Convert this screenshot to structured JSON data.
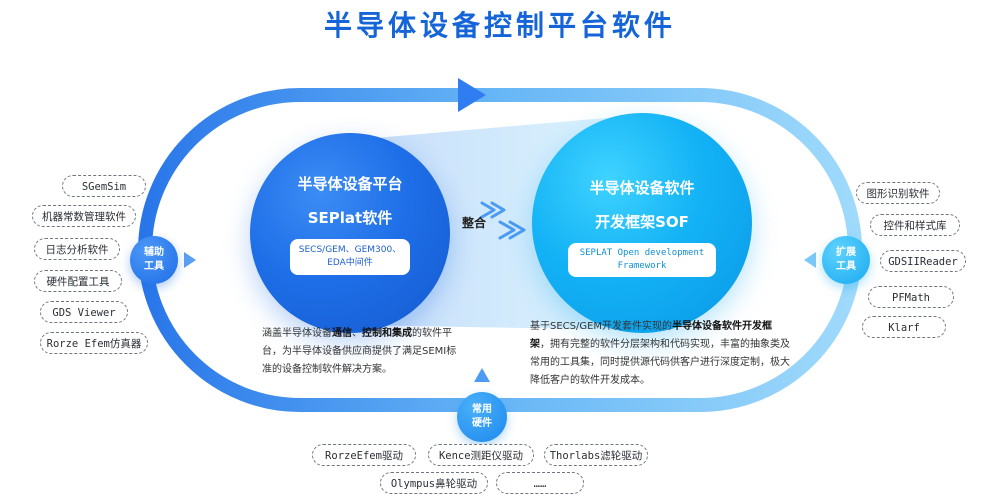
{
  "title": "半导体设备控制平台软件",
  "left_circle": {
    "line1": "半导体设备平台",
    "line2": "SEPlat软件",
    "box_line1": "SECS/GEM、GEM300、",
    "box_line2": "EDA中间件"
  },
  "right_circle": {
    "line1": "半导体设备软件",
    "line2": "开发框架SOF",
    "box_line1": "SEPLAT Open development",
    "box_line2": "Framework"
  },
  "integrate_label": "整合",
  "aux_tools": {
    "label_line1": "辅助",
    "label_line2": "工具",
    "items": [
      "SGemSim",
      "机器常数管理软件",
      "日志分析软件",
      "硬件配置工具",
      "GDS Viewer",
      "Rorze Efem仿真器"
    ]
  },
  "ext_tools": {
    "label_line1": "扩展",
    "label_line2": "工具",
    "items": [
      "图形识别软件",
      "控件和样式库",
      "GDSIIReader",
      "PFMath",
      "Klarf"
    ]
  },
  "common_hw": {
    "label_line1": "常用",
    "label_line2": "硬件",
    "items": [
      "RorzeEfem驱动",
      "Kence测距仪驱动",
      "Thorlabs滤轮驱动",
      "Olympus鼻轮驱动",
      "……"
    ]
  },
  "desc_left": {
    "t1": "涵盖半导体设备",
    "b1": "通信",
    "t2": "、",
    "b2": "控制和集成",
    "t3": "的软件平台，为半导体设备供应商提供了满足SEMI标准的设备控制软件解决方案。"
  },
  "desc_right": {
    "t1": "基于SECS/GEM开发套件实现的",
    "b1": "半导体设备软件开发框架",
    "t2": "，拥有完整的软件分层架构和代码实现，丰富的抽象类及常用的工具集，同时提供源代码供客户进行深度定制，极大降低客户的软件开发成本。"
  },
  "colors": {
    "primary": "#1f6fe8",
    "secondary": "#13b2f5",
    "title": "#1565d8"
  }
}
